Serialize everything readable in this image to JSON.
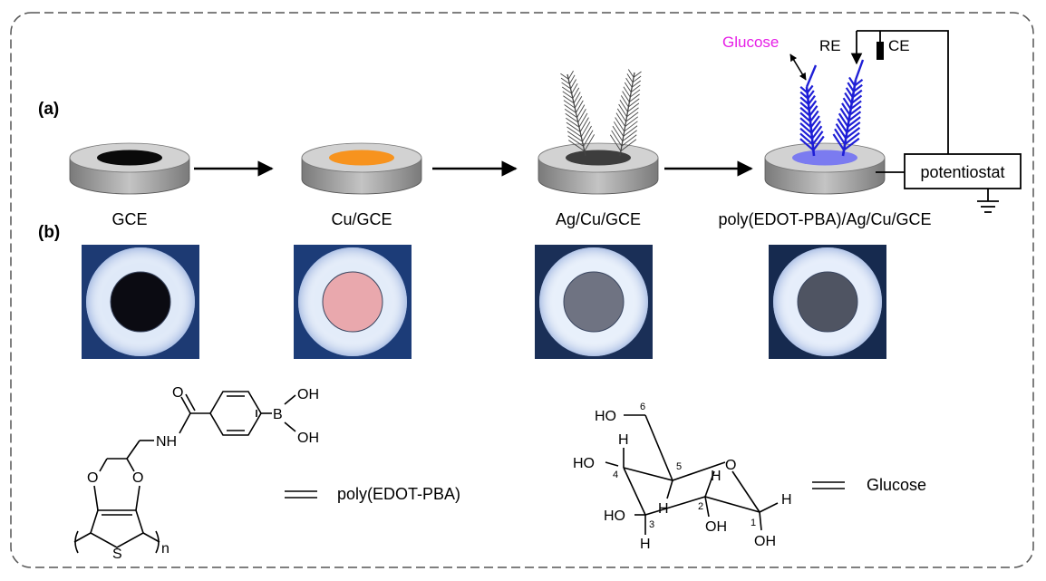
{
  "panels": {
    "a": "(a)",
    "b": "(b)"
  },
  "electrodes": [
    {
      "label": "GCE",
      "center_color": "#0a0a0a"
    },
    {
      "label": "Cu/GCE",
      "center_color": "#f7931e"
    },
    {
      "label": "Ag/Cu/GCE",
      "center_color": "#3d3d3d"
    },
    {
      "label": "poly(EDOT-PBA)/Ag/Cu/GCE",
      "center_color": "#7b7bf0"
    }
  ],
  "setup": {
    "analyte": "Glucose",
    "analyte_color": "#e61ee6",
    "re": "RE",
    "ce": "CE",
    "instrument": "potentiostat",
    "dendrite_color": "#1f1fd6"
  },
  "photos": [
    {
      "ring": "#dfe9f8",
      "center": "#0b0b12",
      "bg": "#1d3a73"
    },
    {
      "ring": "#e3ecf9",
      "center": "#e9a8ad",
      "bg": "#1c3c78"
    },
    {
      "ring": "#e8f0fb",
      "center": "#6f7382",
      "bg": "#1a2f57"
    },
    {
      "ring": "#e6eefb",
      "center": "#4f5462",
      "bg": "#162a4f"
    }
  ],
  "structures": {
    "polymer": {
      "equals": "poly(EDOT-PBA)",
      "atoms": {
        "O_carbonyl": "O",
        "N": "NH",
        "B": "B",
        "OH_top": "OH",
        "OH_bottom": "OH",
        "O_ring_left": "O",
        "O_ring_right": "O",
        "S": "S",
        "n": "n"
      }
    },
    "glucose": {
      "equals": "Glucose",
      "atoms": {
        "HO6": "HO",
        "H_top": "H",
        "HO4": "HO",
        "O_ring": "O",
        "H5": "H",
        "H_mid": "H",
        "H1": "H",
        "HO3": "HO",
        "OH2": "OH",
        "H3": "H",
        "OH1": "OH"
      },
      "numbers": [
        "6",
        "5",
        "4",
        "3",
        "2",
        "1"
      ]
    }
  }
}
